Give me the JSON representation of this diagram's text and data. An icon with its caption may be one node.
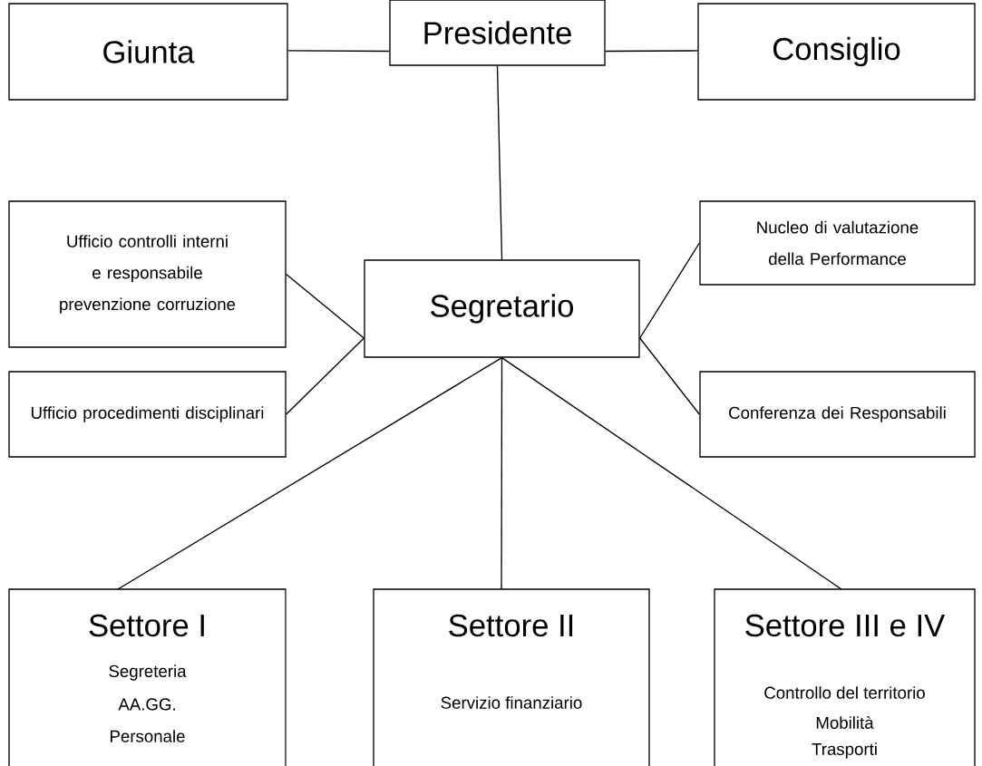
{
  "diagram": {
    "nodes": [
      {
        "text": [
          "Giunta"
        ]
      },
      {
        "text": [
          "Presidente"
        ]
      },
      {
        "text": [
          "Consiglio"
        ]
      },
      {
        "text": [
          "Ufficio controlli interni e responsabile prevenzione corruzione"
        ]
      },
      {
        "text": [
          "Segretario"
        ]
      },
      {
        "text": [
          "Nucleo di valutazione della Performance"
        ]
      },
      {
        "text": [
          "Ufficio procedimenti disciplinari"
        ]
      },
      {
        "text": [
          "Conferenza dei Responsabili"
        ]
      },
      {
        "text": [
          "Settore I",
          "Segreteria",
          "AA.GG.",
          "Personale"
        ]
      },
      {
        "text": [
          "Settore II",
          "Servizio finanziario"
        ]
      },
      {
        "text": [
          "Settore III e IV",
          "Controllo del territorio",
          "Mobilità",
          "Trasporti"
        ]
      }
    ],
    "edges": [
      {
        "from": 0,
        "to": 1,
        "arrow": "none"
      },
      {
        "from": 1,
        "to": 2,
        "arrow": "none"
      },
      {
        "from": 1,
        "to": 4,
        "arrow": "none"
      },
      {
        "from": 3,
        "to": 4,
        "arrow": "none"
      },
      {
        "from": 6,
        "to": 4,
        "arrow": "none"
      },
      {
        "from": 4,
        "to": 5,
        "arrow": "none"
      },
      {
        "from": 4,
        "to": 7,
        "arrow": "none"
      },
      {
        "from": 4,
        "to": 8,
        "arrow": "none"
      },
      {
        "from": 4,
        "to": 9,
        "arrow": "none"
      },
      {
        "from": 4,
        "to": 10,
        "arrow": "none"
      }
    ]
  }
}
